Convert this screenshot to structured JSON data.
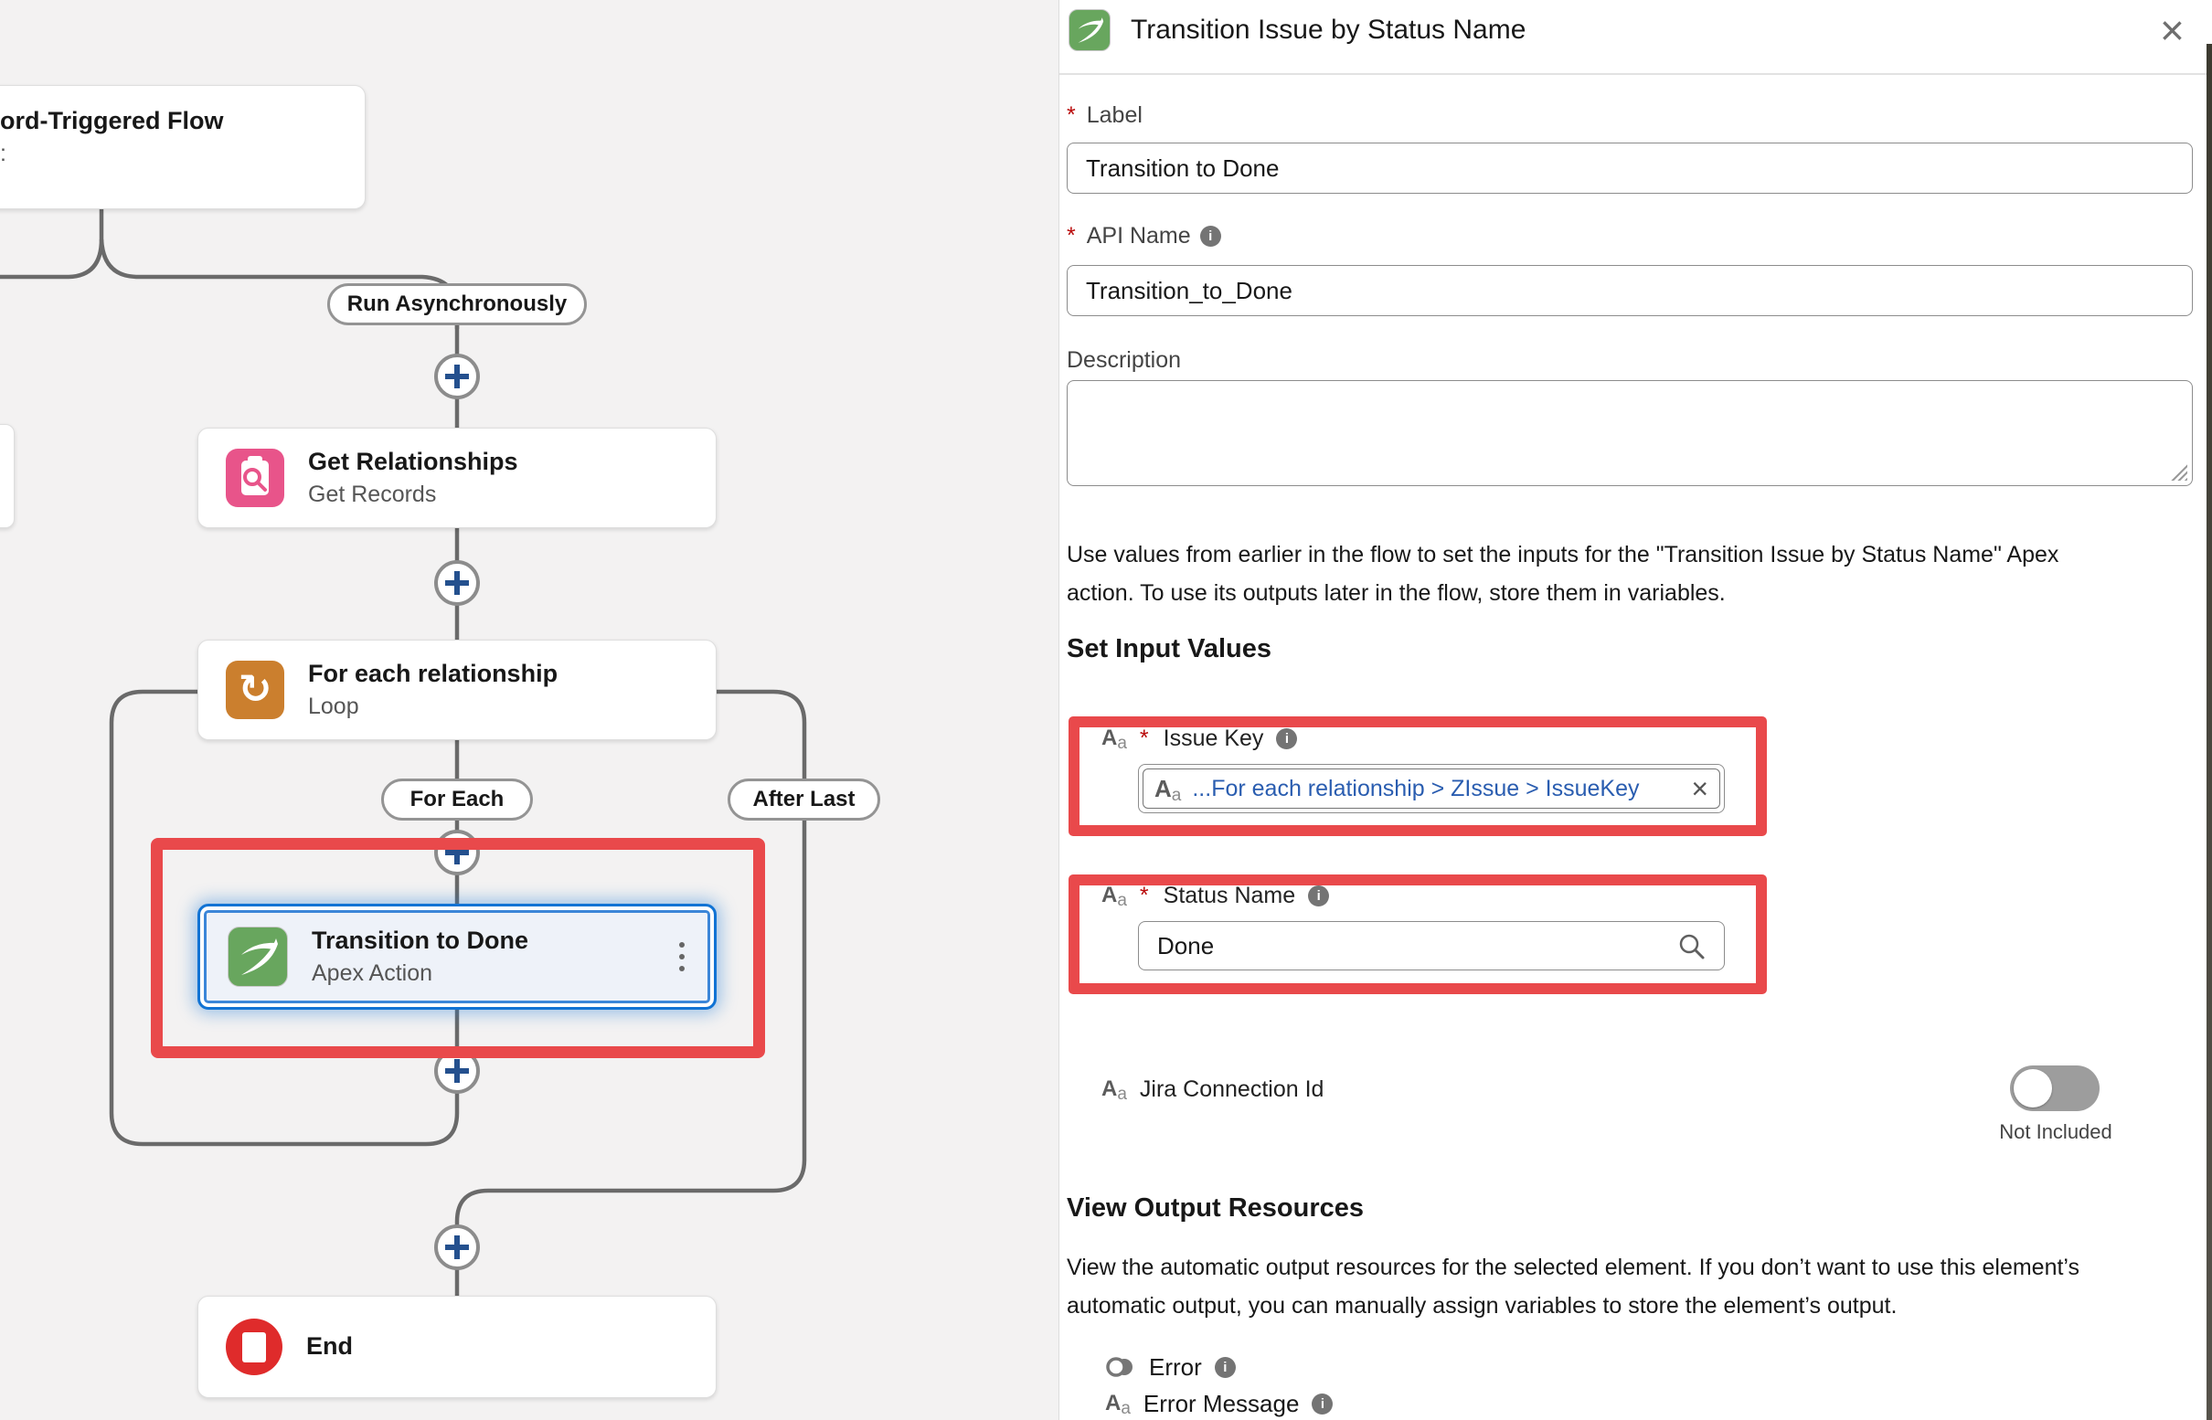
{
  "ui": {
    "asterisk": "*",
    "close_glyph": "×",
    "remove_glyph": "×",
    "aa_major": "A",
    "aa_minor": "a",
    "info_glyph": "i",
    "loop_glyph": "↻"
  },
  "canvas": {
    "trigger": {
      "title": "ord-Triggered Flow",
      "subtitle_fragment": ":"
    },
    "run_async_label": "Run Asynchronously",
    "branch_labels": {
      "for_each": "For Each",
      "after_last": "After Last"
    },
    "nodes": {
      "get_relationships": {
        "title": "Get Relationships",
        "subtitle": "Get Records"
      },
      "loop": {
        "title": "For each relationship",
        "subtitle": "Loop"
      },
      "apex": {
        "title": "Transition to Done",
        "subtitle": "Apex Action"
      },
      "end": {
        "title": "End"
      }
    }
  },
  "panel": {
    "title": "Transition Issue by Status Name",
    "label_field": {
      "label": "Label",
      "value": "Transition to Done"
    },
    "api_field": {
      "label": "API Name",
      "value": "Transition_to_Done"
    },
    "description_field": {
      "label": "Description",
      "value": ""
    },
    "intro_lines": [
      "Use values from earlier in the flow to set the inputs for the \"Transition Issue by Status Name\" Apex",
      "action. To use its outputs later in the flow, store them in variables."
    ],
    "inputs_heading": "Set Input Values",
    "issue_key": {
      "label": "Issue Key",
      "pill_text": "...For each relationship > ZIssue > IssueKey"
    },
    "status_name": {
      "label": "Status Name",
      "value": "Done"
    },
    "jira_connection": {
      "label": "Jira Connection Id",
      "toggle_state": "Not Included"
    },
    "output_heading": "View Output Resources",
    "output_lines": [
      "View the automatic output resources for the selected element. If you don’t want to use this element’s",
      "automatic output, you can manually assign variables to store the element’s output."
    ],
    "outputs": {
      "error": "Error",
      "error_message": "Error Message"
    }
  },
  "colors": {
    "accent_blue": "#1173d4",
    "annotation_red": "#e9494b",
    "apex_green": "#68a65e",
    "get_records_pink": "#e8548a",
    "loop_orange": "#cb7f2e",
    "end_red": "#df2b2b",
    "connector_gray": "#6a6a6a"
  }
}
